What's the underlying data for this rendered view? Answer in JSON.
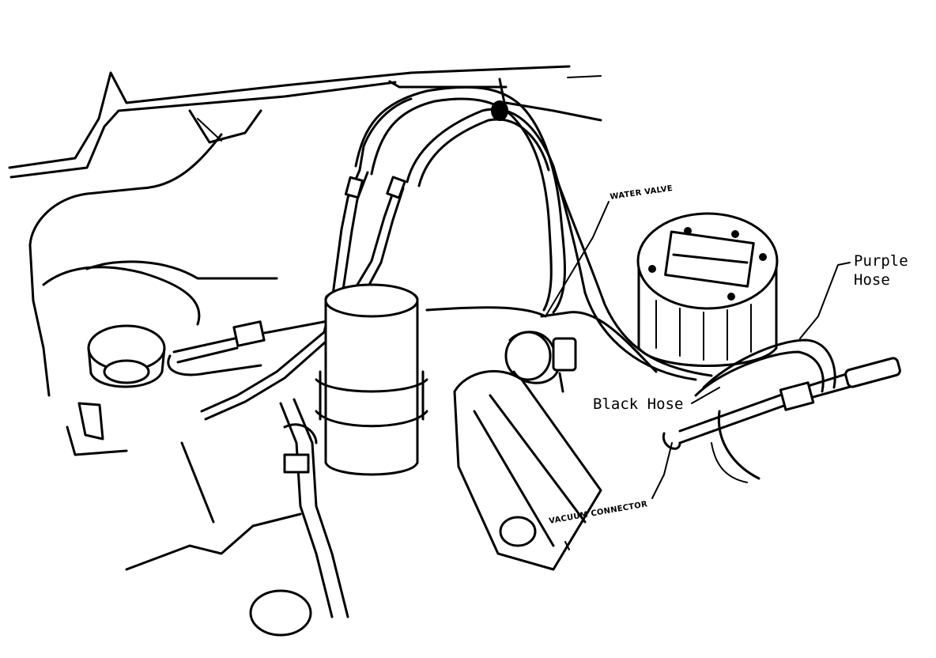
{
  "labels": {
    "water_valve": "WATER VALVE",
    "purple_hose_line1": "Purple",
    "purple_hose_line2": "Hose",
    "black_hose": "Black Hose",
    "vacuum_connector": "VACUUM CONNECTOR"
  }
}
